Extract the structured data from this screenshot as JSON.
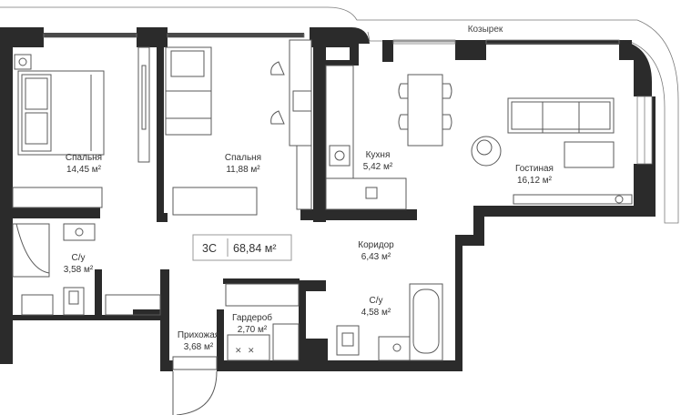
{
  "plan": {
    "summary": {
      "type_label": "3С",
      "total_area": "68,84 м²"
    },
    "canopy_label": "Козырек",
    "rooms": [
      {
        "id": "bedroom-1",
        "name": "Спальня",
        "area": "14,45 м²"
      },
      {
        "id": "bedroom-2",
        "name": "Спальня",
        "area": "11,88 м²"
      },
      {
        "id": "kitchen",
        "name": "Кухня",
        "area": "5,42 м²"
      },
      {
        "id": "living",
        "name": "Гостиная",
        "area": "16,12 м²"
      },
      {
        "id": "bathroom-1",
        "name": "С/у",
        "area": "3,58 м²"
      },
      {
        "id": "corridor",
        "name": "Коридор",
        "area": "6,43 м²"
      },
      {
        "id": "bathroom-2",
        "name": "С/у",
        "area": "4,58 м²"
      },
      {
        "id": "wardrobe",
        "name": "Гардероб",
        "area": "2,70 м²"
      },
      {
        "id": "hallway",
        "name": "Прихожая",
        "area": "3,68 м²"
      }
    ],
    "colors": {
      "wall": "#2b2b2b",
      "text": "#333333",
      "line": "#5a5a5a",
      "background": "#ffffff"
    }
  }
}
